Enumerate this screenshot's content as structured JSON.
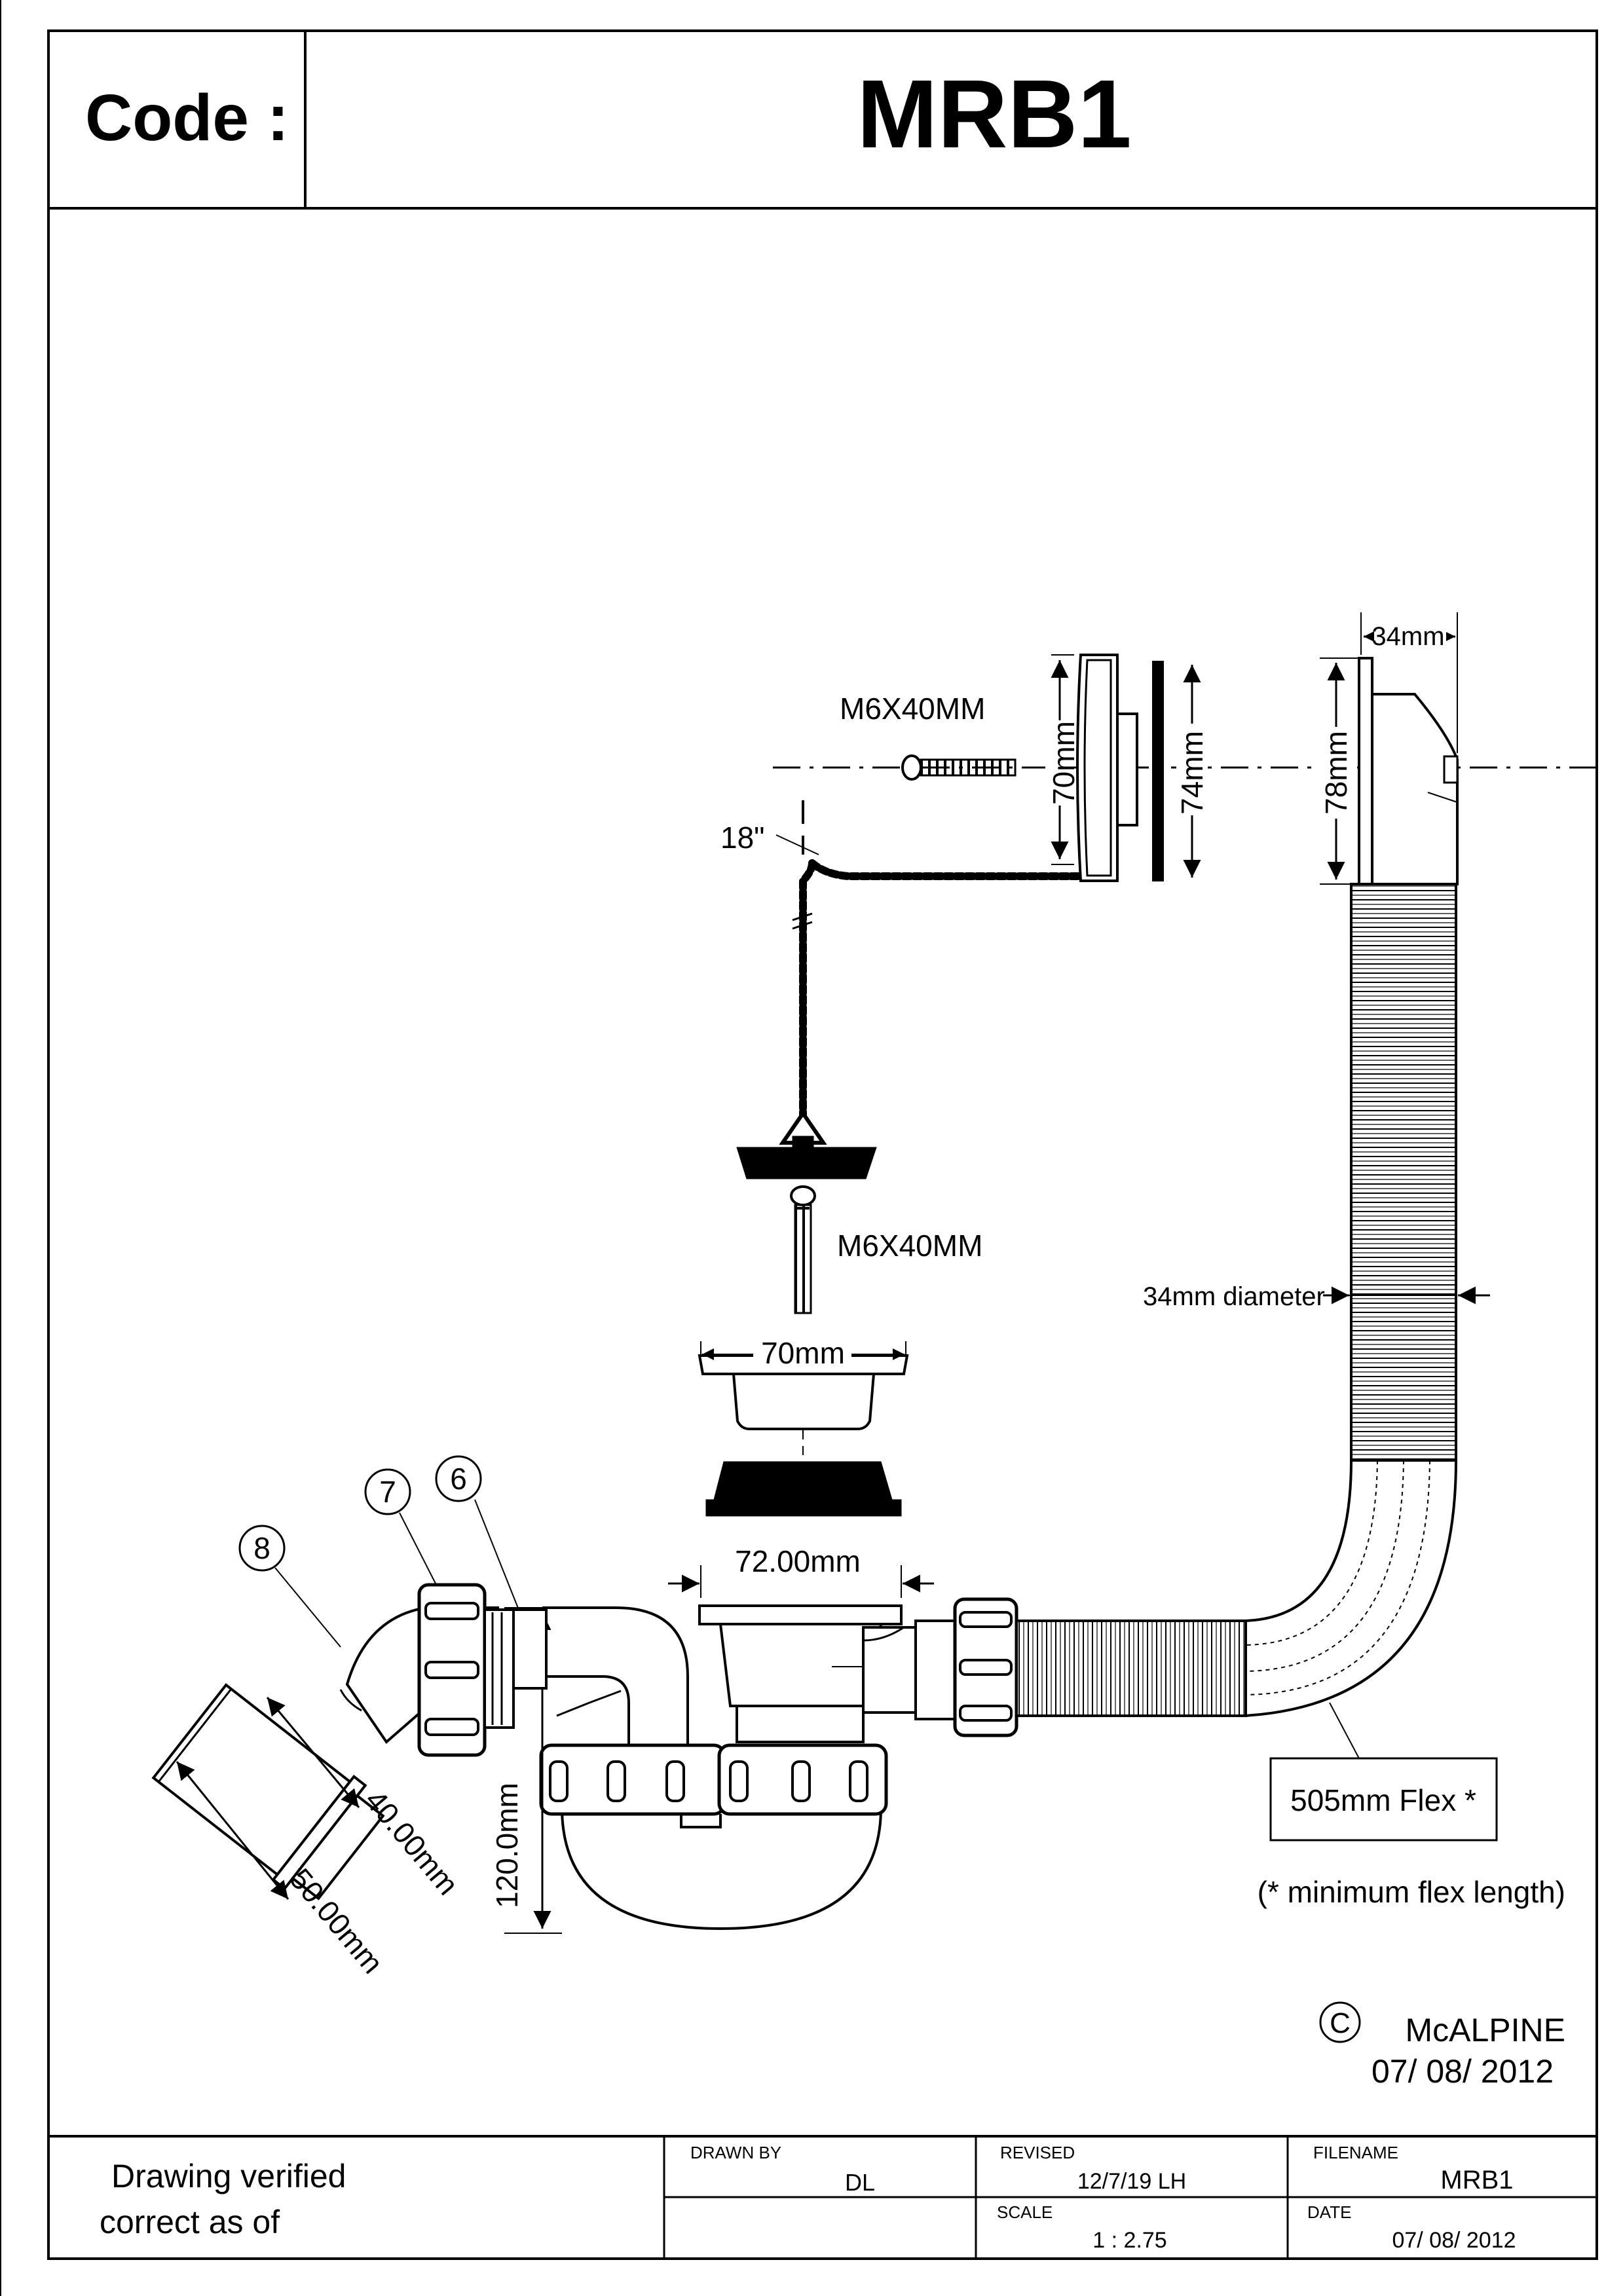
{
  "header": {
    "code_label": "Code :",
    "code_value": "MRB1"
  },
  "labels": {
    "screw_top": "M6X40MM",
    "screw_bottom": "M6X40MM",
    "chain_length": "18\"",
    "overflow_plate_height": "70mm",
    "overflow_gasket_height": "74mm",
    "overflow_body_height": "78mm",
    "overflow_body_depth": "34mm",
    "flex_diameter": "34mm diameter",
    "flange_diameter": "70mm",
    "waste_body_width": "72.00mm",
    "trap_height": "120.0mm",
    "outlet_inner": "40.00mm",
    "outlet_outer": "50.00mm",
    "flex_length": "505mm Flex *",
    "flex_note": "(* minimum flex length)",
    "callout_6": "6",
    "callout_7": "7",
    "callout_8": "8",
    "copyright_symbol": "C",
    "manufacturer": "McALPINE",
    "drawing_date": "07/ 08/ 2012"
  },
  "title_block": {
    "verified_line1": "Drawing verified",
    "verified_line2": "correct as of",
    "drawn_by_label": "DRAWN BY",
    "drawn_by_value": "DL",
    "revised_label": "REVISED",
    "revised_value": "12/7/19 LH",
    "filename_label": "FILENAME",
    "filename_value": "MRB1",
    "scale_label": "SCALE",
    "scale_value": "1 : 2.75",
    "date_label": "DATE",
    "date_value": "07/ 08/ 2012"
  }
}
